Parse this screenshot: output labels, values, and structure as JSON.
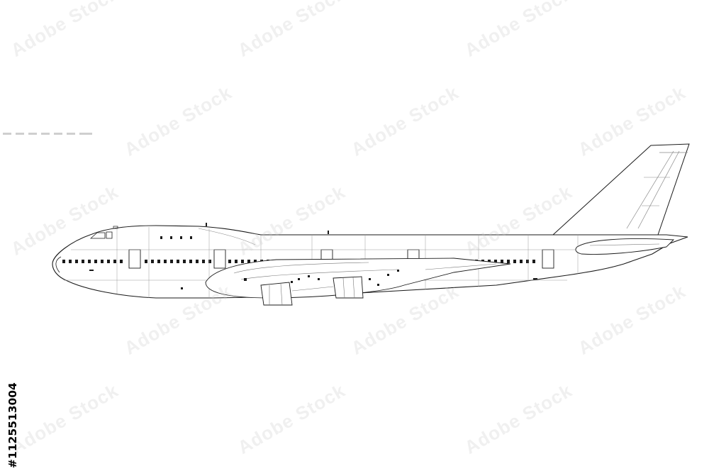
{
  "image": {
    "subject": "airliner-side-view-line-drawing",
    "stock_id_text": "#1125513004",
    "watermark_text": "Adobe Stock",
    "colors": {
      "background": "#ffffff",
      "outline": "#1a1a1a",
      "panel_lines": "#777777",
      "watermark": "#c8c8c8"
    }
  }
}
